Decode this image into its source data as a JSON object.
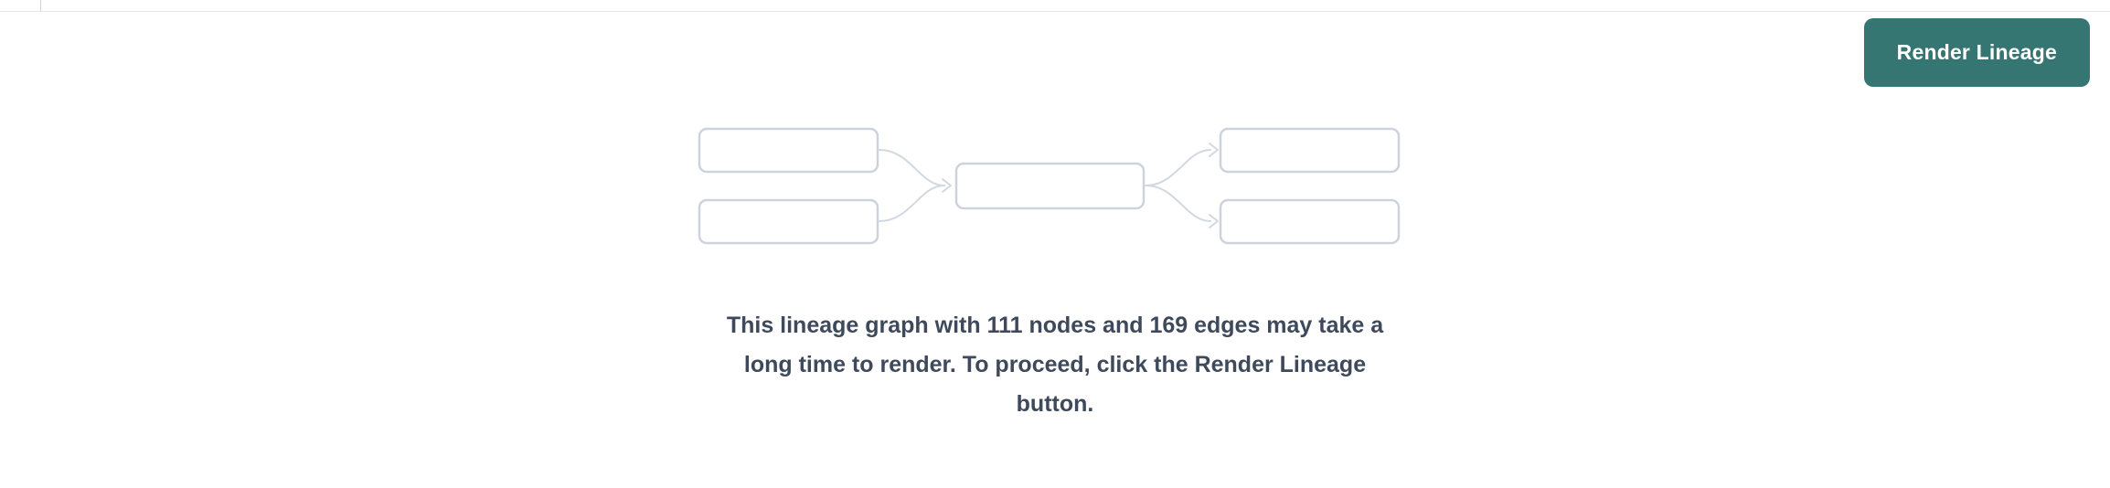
{
  "page": {
    "background_color": "#ffffff",
    "top_border_color": "#e4e7eb"
  },
  "toolbar": {
    "render_button_label": "Render Lineage",
    "render_button_color": "#367672",
    "render_button_text_color": "#ffffff"
  },
  "empty_state": {
    "message": "This lineage graph with 111 nodes and 169 edges may take a long time to render. To proceed, click the Render Lineage button.",
    "node_count": "111",
    "edge_count": "169",
    "message_color": "#3e4a5b",
    "illustration": "lineage-graph-icon",
    "illustration_stroke_color": "#ccd3dc"
  }
}
